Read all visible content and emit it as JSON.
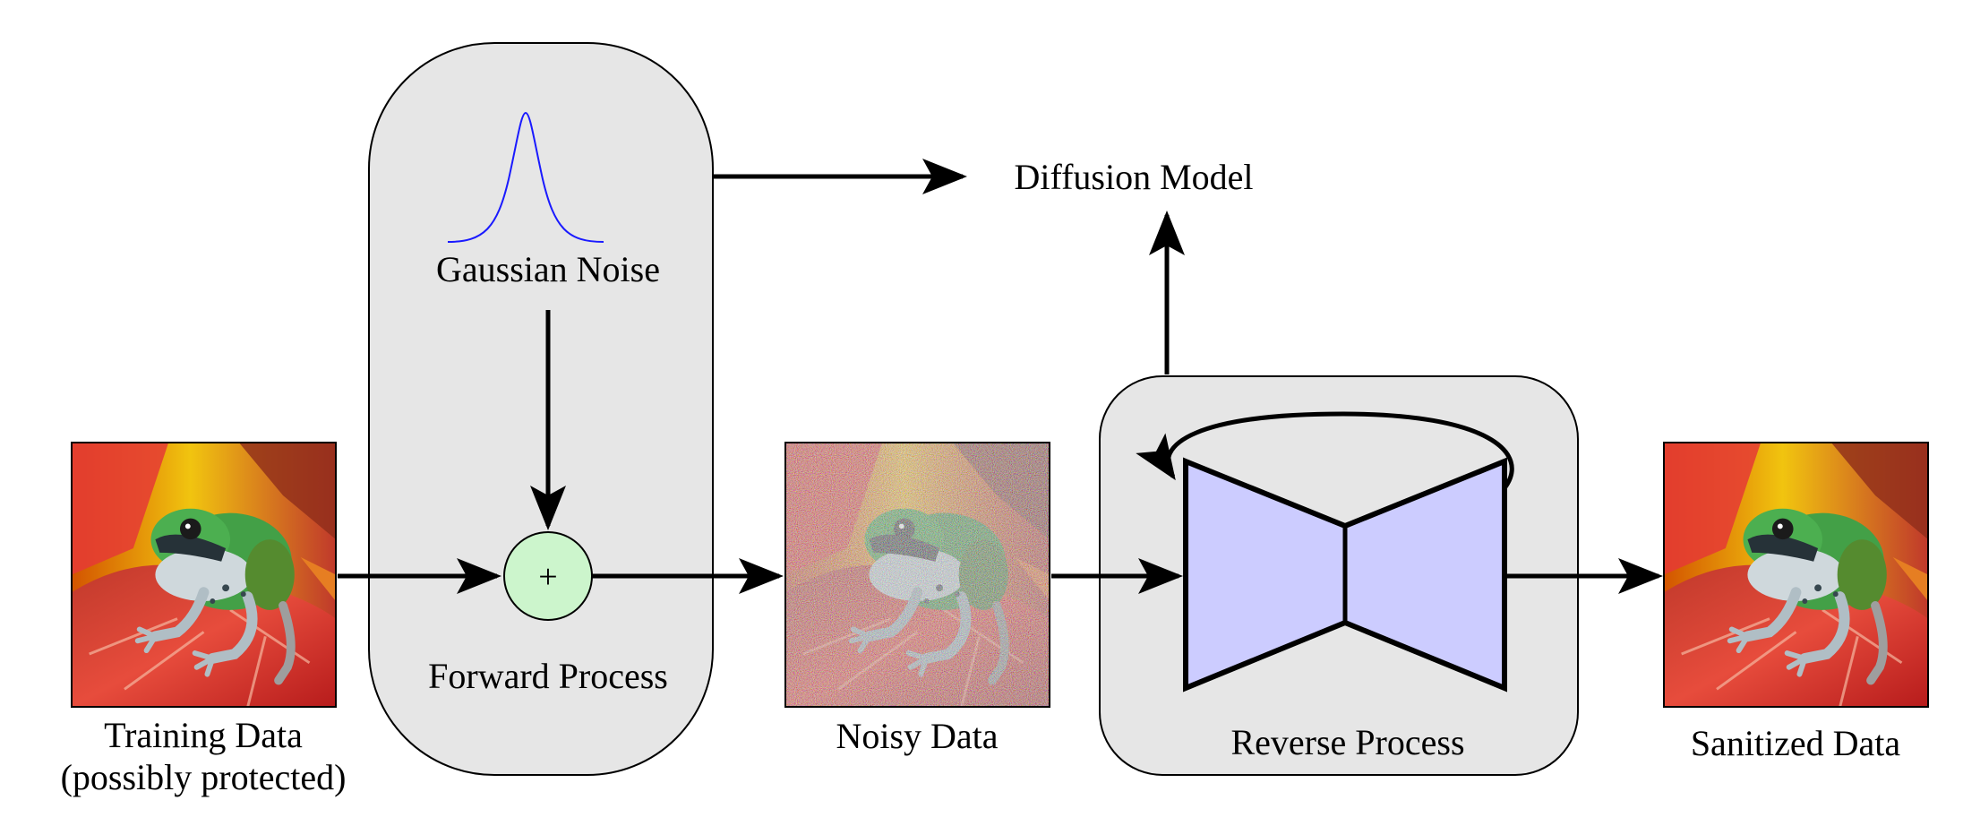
{
  "nodes": {
    "training_data": {
      "label_line1": "Training Data",
      "label_line2": "(possibly protected)"
    },
    "gaussian_noise": {
      "label": "Gaussian Noise"
    },
    "forward_process": {
      "label": "Forward Process"
    },
    "adder": {
      "symbol": "+"
    },
    "noisy_data": {
      "label": "Noisy Data"
    },
    "diffusion_model": {
      "label": "Diffusion Model"
    },
    "reverse_process": {
      "label": "Reverse Process"
    },
    "sanitized_data": {
      "label": "Sanitized Data"
    }
  },
  "colors": {
    "process_box_fill": "#e6e6e6",
    "adder_fill": "#ccf5cc",
    "network_fill": "#ccccff",
    "gaussian_curve": "#1a1aff",
    "stroke": "#000000"
  },
  "images": {
    "frog_clean": "frog-photo",
    "frog_noisy": "noisy-frog-photo"
  }
}
